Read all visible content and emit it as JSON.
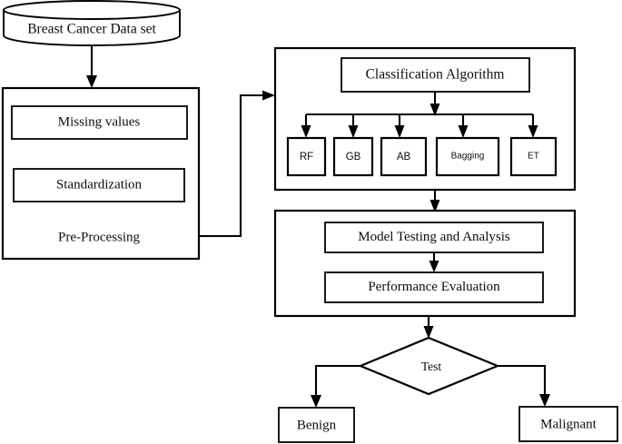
{
  "diagram": {
    "title_text": "Breast Cancer Data set",
    "nodes": {
      "dataset": "Breast Cancer Data set",
      "missing_values": "Missing values",
      "standardization": "Standardization",
      "preprocessing": "Pre-Processing",
      "classification_algorithm": "Classification Algorithm",
      "model_testing": "Model Testing and Analysis",
      "performance_evaluation": "Performance Evaluation",
      "decision": "Test",
      "outcome_left": "Benign",
      "outcome_right": "Malignant"
    },
    "classifiers": [
      {
        "label": "RF"
      },
      {
        "label": "GB"
      },
      {
        "label": "AB"
      },
      {
        "label": "Bagging"
      },
      {
        "label": "ET"
      }
    ],
    "colors": {
      "stroke": "#000000",
      "fill": "#ffffff",
      "text": "#0d0d0d"
    }
  }
}
